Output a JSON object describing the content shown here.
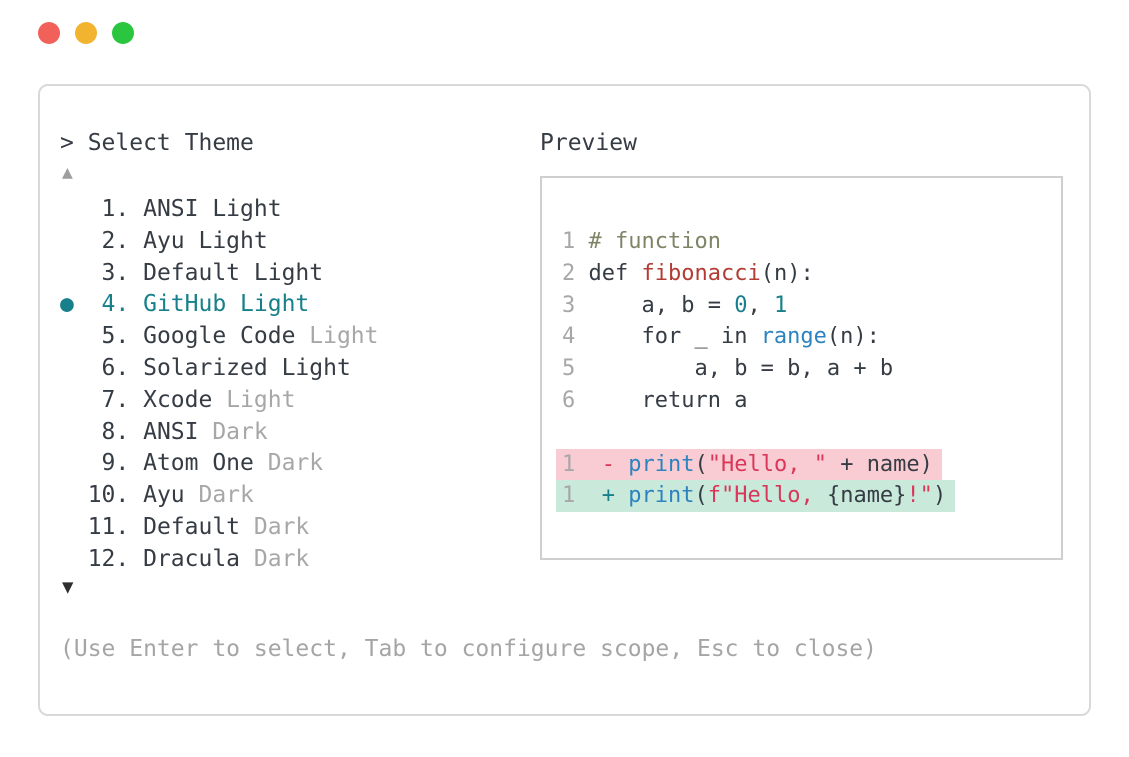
{
  "colors": {
    "accent_teal": "#17808a",
    "text_dark": "#363c44",
    "text_gray": "#a7a7a7",
    "comment_olive": "#7e8566",
    "function_red": "#b23c33",
    "call_blue": "#2d83bf",
    "string_crimson": "#d9375a",
    "diff_removed_bg": "#f8ccd2",
    "diff_added_bg": "#c9e9da",
    "window_border": "#d9d9d9",
    "preview_border": "#cfcfcf"
  },
  "window": {
    "traffic_lights": [
      {
        "name": "close",
        "color": "#f2605a"
      },
      {
        "name": "minimize",
        "color": "#f2b32f"
      },
      {
        "name": "maximize",
        "color": "#2bc63f"
      }
    ]
  },
  "selector": {
    "prompt": "> Select Theme",
    "scroll_up": "▲",
    "scroll_down": "▼",
    "selected_index": 3,
    "items": [
      {
        "num": "1",
        "name": "ANSI Light",
        "suffix": ""
      },
      {
        "num": "2",
        "name": "Ayu Light",
        "suffix": ""
      },
      {
        "num": "3",
        "name": "Default Light",
        "suffix": ""
      },
      {
        "num": "4",
        "name": "GitHub Light",
        "suffix": ""
      },
      {
        "num": "5",
        "name": "Google Code",
        "suffix": " Light"
      },
      {
        "num": "6",
        "name": "Solarized Light",
        "suffix": ""
      },
      {
        "num": "7",
        "name": "Xcode",
        "suffix": " Light"
      },
      {
        "num": "8",
        "name": "ANSI",
        "suffix": " Dark"
      },
      {
        "num": "9",
        "name": "Atom One",
        "suffix": " Dark"
      },
      {
        "num": "10",
        "name": "Ayu",
        "suffix": " Dark"
      },
      {
        "num": "11",
        "name": "Default",
        "suffix": " Dark"
      },
      {
        "num": "12",
        "name": "Dracula",
        "suffix": " Dark"
      }
    ],
    "footer": "(Use Enter to select, Tab to configure scope, Esc to close)"
  },
  "preview": {
    "label": "Preview",
    "lines": [
      {
        "num": "1",
        "diff": "",
        "tokens": [
          {
            "t": "# function",
            "c": "comment"
          }
        ]
      },
      {
        "num": "2",
        "diff": "",
        "tokens": [
          {
            "t": "def ",
            "c": "text"
          },
          {
            "t": "fibonacci",
            "c": "func"
          },
          {
            "t": "(n):",
            "c": "text"
          }
        ]
      },
      {
        "num": "3",
        "diff": "",
        "tokens": [
          {
            "t": "    a, b = ",
            "c": "text"
          },
          {
            "t": "0",
            "c": "number"
          },
          {
            "t": ", ",
            "c": "text"
          },
          {
            "t": "1",
            "c": "number"
          }
        ]
      },
      {
        "num": "4",
        "diff": "",
        "tokens": [
          {
            "t": "    for _ in ",
            "c": "text"
          },
          {
            "t": "range",
            "c": "blue"
          },
          {
            "t": "(n):",
            "c": "text"
          }
        ]
      },
      {
        "num": "5",
        "diff": "",
        "tokens": [
          {
            "t": "        a, b = b, a + b",
            "c": "text"
          }
        ]
      },
      {
        "num": "6",
        "diff": "",
        "tokens": [
          {
            "t": "    return a",
            "c": "text"
          }
        ]
      },
      {
        "num": "",
        "diff": "",
        "tokens": []
      },
      {
        "num": "1",
        "diff": "removed",
        "tokens": [
          {
            "t": " - ",
            "c": "string"
          },
          {
            "t": "print",
            "c": "blue"
          },
          {
            "t": "(",
            "c": "text"
          },
          {
            "t": "\"Hello, \"",
            "c": "string"
          },
          {
            "t": " + name)",
            "c": "text"
          }
        ]
      },
      {
        "num": "1",
        "diff": "added",
        "tokens": [
          {
            "t": " + ",
            "c": "teal"
          },
          {
            "t": "print",
            "c": "blue"
          },
          {
            "t": "(",
            "c": "text"
          },
          {
            "t": "f\"Hello, ",
            "c": "string"
          },
          {
            "t": "{name}",
            "c": "text"
          },
          {
            "t": "!\"",
            "c": "string"
          },
          {
            "t": ")",
            "c": "text"
          }
        ]
      }
    ]
  }
}
